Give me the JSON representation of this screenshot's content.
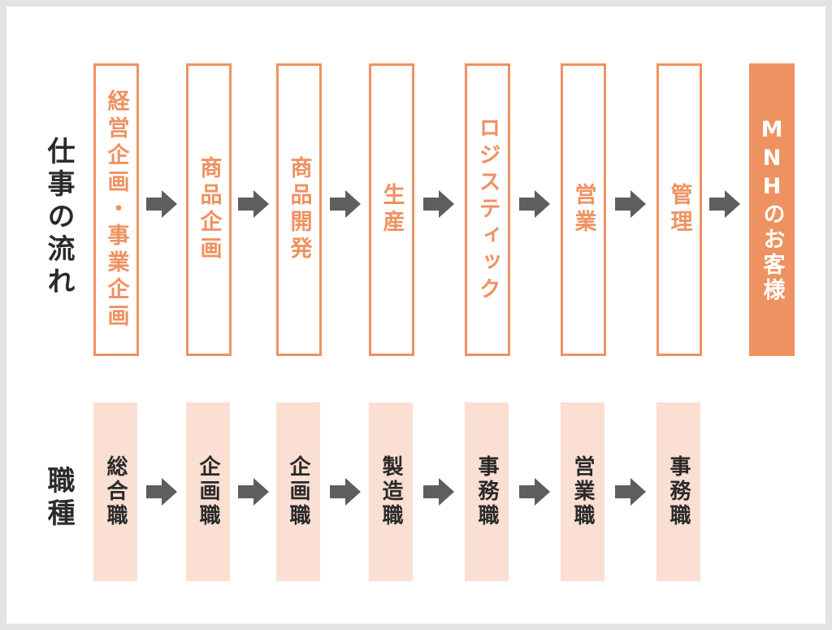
{
  "flow": {
    "label": "仕事の流れ",
    "steps": [
      "経営企画・事業企画",
      "商品企画",
      "商品開発",
      "生産",
      "ロジスティック",
      "営業",
      "管理",
      "MNHのお客様"
    ]
  },
  "jobs": {
    "label": "職種",
    "items": [
      "総合職",
      "企画職",
      "企画職",
      "製造職",
      "事務職",
      "営業職",
      "事務職"
    ]
  },
  "colors": {
    "accent": "#ee9262",
    "job_fill": "#fadfd2",
    "arrow": "#5e5e5e",
    "text": "#2a2a2a",
    "frame": "#e3e3e3"
  }
}
